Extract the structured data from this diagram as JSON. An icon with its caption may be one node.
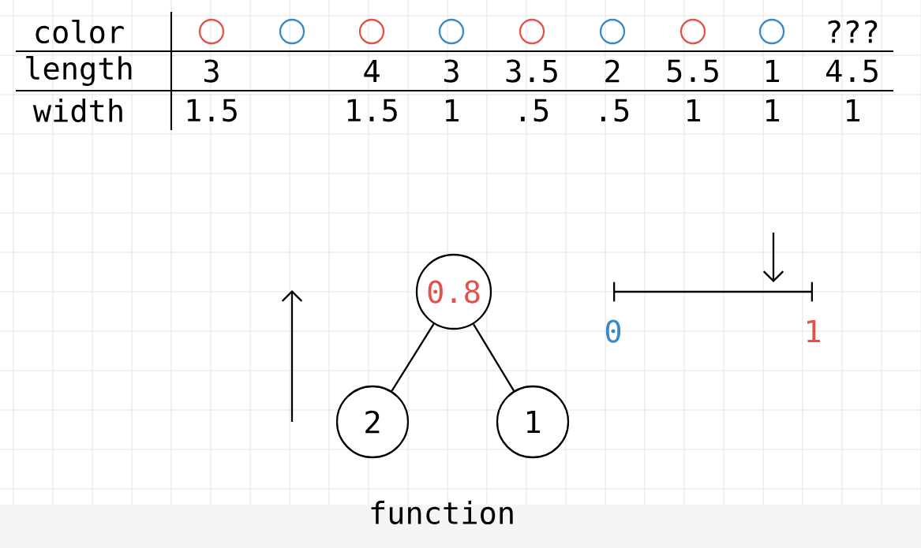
{
  "diagram": {
    "nodes": [
      {
        "text": [
          "0.8"
        ]
      },
      {
        "text": [
          "2"
        ]
      },
      {
        "text": [
          "1"
        ]
      }
    ],
    "edges": [
      {
        "from": 0,
        "to": 1,
        "arrow": "none"
      },
      {
        "from": 0,
        "to": 2,
        "arrow": "none"
      }
    ],
    "labels": [
      "color",
      "???",
      "length",
      "3",
      "4",
      "3",
      "3.5",
      "2",
      "5.5",
      "1",
      "4.5",
      "width",
      "1.5",
      "1.5",
      "1",
      ".5",
      ".5",
      "1",
      "1",
      "1",
      "0",
      "1",
      "function"
    ]
  }
}
